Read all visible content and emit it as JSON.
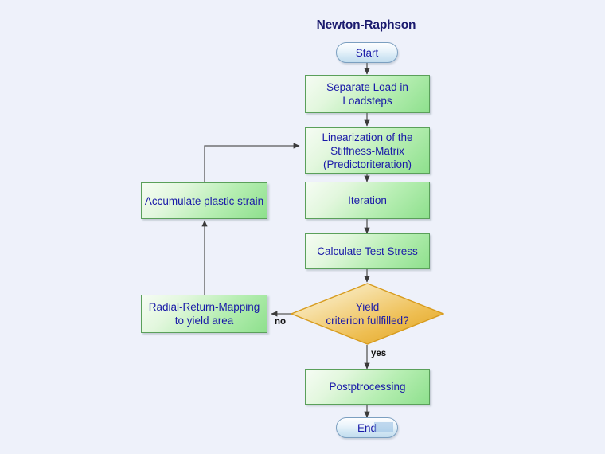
{
  "diagram": {
    "title": "Newton-Raphson",
    "background_color": "#eef1fa",
    "process_fill_start": "#f6fcf4",
    "process_fill_end": "#8ee08d",
    "process_border": "#5aa05a",
    "decision_fill_start": "#fbf0cf",
    "decision_fill_end": "#e0a416",
    "decision_border": "#d79b1d",
    "terminal_border": "#7b9fc0",
    "text_color": "#1a1aa8",
    "title_color": "#1a1a6e",
    "edge_color": "#474747"
  },
  "nodes": {
    "start": {
      "label": "Start",
      "shape": "terminal"
    },
    "separate_load": {
      "label": "Separate Load in\nLoadsteps",
      "line1": "Separate Load in",
      "line2": "Loadsteps",
      "shape": "process"
    },
    "linearization": {
      "label": "Linearization of the Stiffness-Matrix (Predictoriteration)",
      "line1": "Linearization of the",
      "line2": "Stiffness-Matrix",
      "line3": "(Predictoriteration)",
      "shape": "process"
    },
    "iteration": {
      "label": "Iteration",
      "shape": "process"
    },
    "calculate_test_stress": {
      "label": "Calculate Test Stress",
      "shape": "process"
    },
    "yield_decision": {
      "label": "Yield criterion fullfilled?",
      "line1": "Yield",
      "line2": "criterion fullfilled?",
      "shape": "decision"
    },
    "postprocessing": {
      "label": "Postptrocessing",
      "shape": "process"
    },
    "end": {
      "label": "End",
      "shape": "terminal"
    },
    "radial_return": {
      "label": "Radial-Return-Mapping to yield area",
      "line1": "Radial-Return-Mapping",
      "line2": "to yield area",
      "shape": "process"
    },
    "accumulate": {
      "label": "Accumulate plastic strain",
      "shape": "process"
    }
  },
  "edge_labels": {
    "no": "no",
    "yes": "yes"
  }
}
